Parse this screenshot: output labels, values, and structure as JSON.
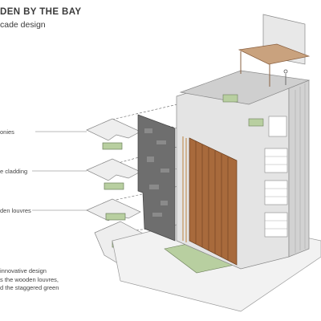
{
  "header": {
    "title": "DEN BY THE BAY",
    "subtitle": "cade design"
  },
  "callouts": {
    "balconies": "onies",
    "cladding": "e cladding",
    "louvres": "den louvres"
  },
  "description": {
    "lines": [
      "innovative design",
      "s the wooden louvres,",
      "d the staggered green"
    ]
  },
  "colors": {
    "wood": "#a86a3c",
    "stone": "#6e6e6e",
    "green": "#b8cfa0",
    "concrete": "#d6d6d6"
  }
}
